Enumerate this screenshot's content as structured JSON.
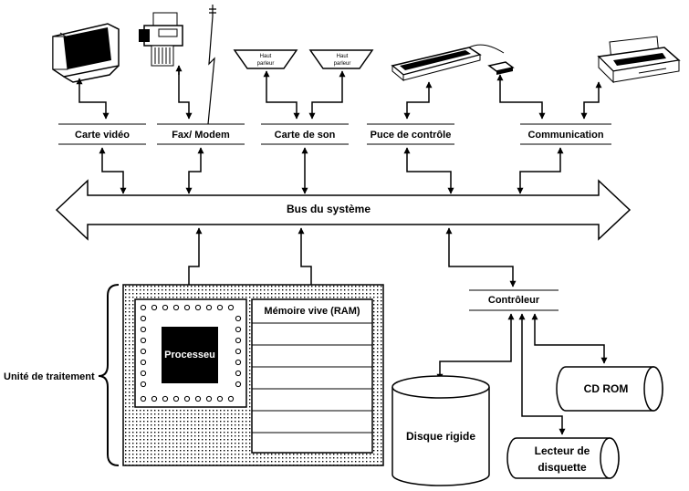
{
  "bus": {
    "label": "Bus du système"
  },
  "cards": {
    "video": "Carte vidéo",
    "fax": "Fax/ Modem",
    "sound": "Carte de son",
    "control_chip": "Puce de contrôle",
    "communication": "Communication"
  },
  "speakers": {
    "left": [
      "Haut",
      "parleur"
    ],
    "right": [
      "Haut",
      "parleur"
    ]
  },
  "processing_unit": {
    "label": "Unité de traitement",
    "processor": "Processeu",
    "ram": "Mémoire vive (RAM)"
  },
  "controller": {
    "label": "Contrôleur"
  },
  "storage": {
    "hard_disk": "Disque rigide",
    "cd_rom": "CD ROM",
    "floppy": [
      "Lecteur de",
      "disquette"
    ]
  },
  "colors": {
    "ink": "#000000",
    "paper": "#ffffff"
  }
}
